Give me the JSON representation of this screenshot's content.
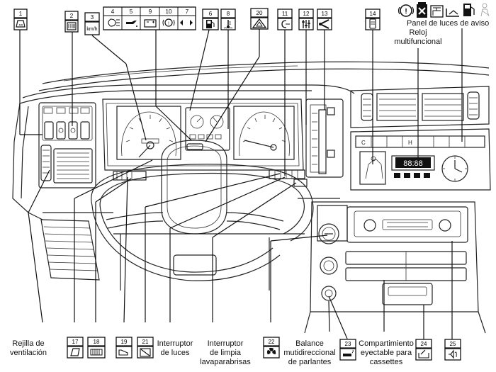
{
  "callouts": [
    {
      "num": "1",
      "icon": "windshield-defrost-icon"
    },
    {
      "num": "2",
      "icon": "rear-defrost-icon"
    },
    {
      "num": "3",
      "icon": "km-h-icon"
    },
    {
      "num": "4",
      "icon": "headlamp-icon"
    },
    {
      "num": "5",
      "icon": "oil-can-icon"
    },
    {
      "num": "9",
      "icon": "battery-icon"
    },
    {
      "num": "10",
      "icon": "brake-icon"
    },
    {
      "num": "7",
      "icon": "turn-signal-icon"
    },
    {
      "num": "6",
      "icon": "fuel-pump-icon"
    },
    {
      "num": "8",
      "icon": "coolant-temp-icon"
    },
    {
      "num": "20",
      "icon": "hazard-triangle-icon"
    },
    {
      "num": "11",
      "icon": "lights-icon"
    },
    {
      "num": "12",
      "icon": "sliders-icon"
    },
    {
      "num": "13",
      "icon": "vent-lever-icon"
    },
    {
      "num": "14",
      "icon": "seatbelt-icon"
    },
    {
      "num": "17",
      "icon": "rear-window-wiper-icon"
    },
    {
      "num": "18",
      "icon": "heated-grid-icon"
    },
    {
      "num": "19",
      "icon": "horn-icon"
    },
    {
      "num": "21",
      "icon": "wiper-icon"
    },
    {
      "num": "22",
      "icon": "fan-icon"
    },
    {
      "num": "23",
      "icon": "cigarette-lighter-icon"
    },
    {
      "num": "24",
      "icon": "ashtray-icon"
    },
    {
      "num": "25",
      "icon": "speaker-icon"
    }
  ],
  "gauges": {
    "clock_digits": "88:88",
    "warning_panel_letters": {
      "c": "C",
      "h": "H"
    }
  },
  "labels": {
    "panel_warning_lights": "Panel de luces de aviso",
    "clock_line1": "Reloj",
    "clock_line2": "multifuncional",
    "vent_line1": "Rejilla de",
    "vent_line2": "ventilación",
    "lights_line1": "Interruptor",
    "lights_line2": "de luces",
    "wiper_line1": "Interruptor",
    "wiper_line2": "de limpia",
    "wiper_line3": "lavaparabrisas",
    "balance_line1": "Balance",
    "balance_line2": "mutidireccional",
    "balance_line3": "de parlantes",
    "cassette_line1": "Compartimiento",
    "cassette_line2": "eyectable para",
    "cassette_line3": "cassettes"
  },
  "warning_panel_icons": [
    "oil-warning-icon",
    "engine-warning-icon",
    "seat-icon",
    "washer-fluid-icon",
    "fuel-warning-icon",
    "seatbelt-person-icon"
  ]
}
